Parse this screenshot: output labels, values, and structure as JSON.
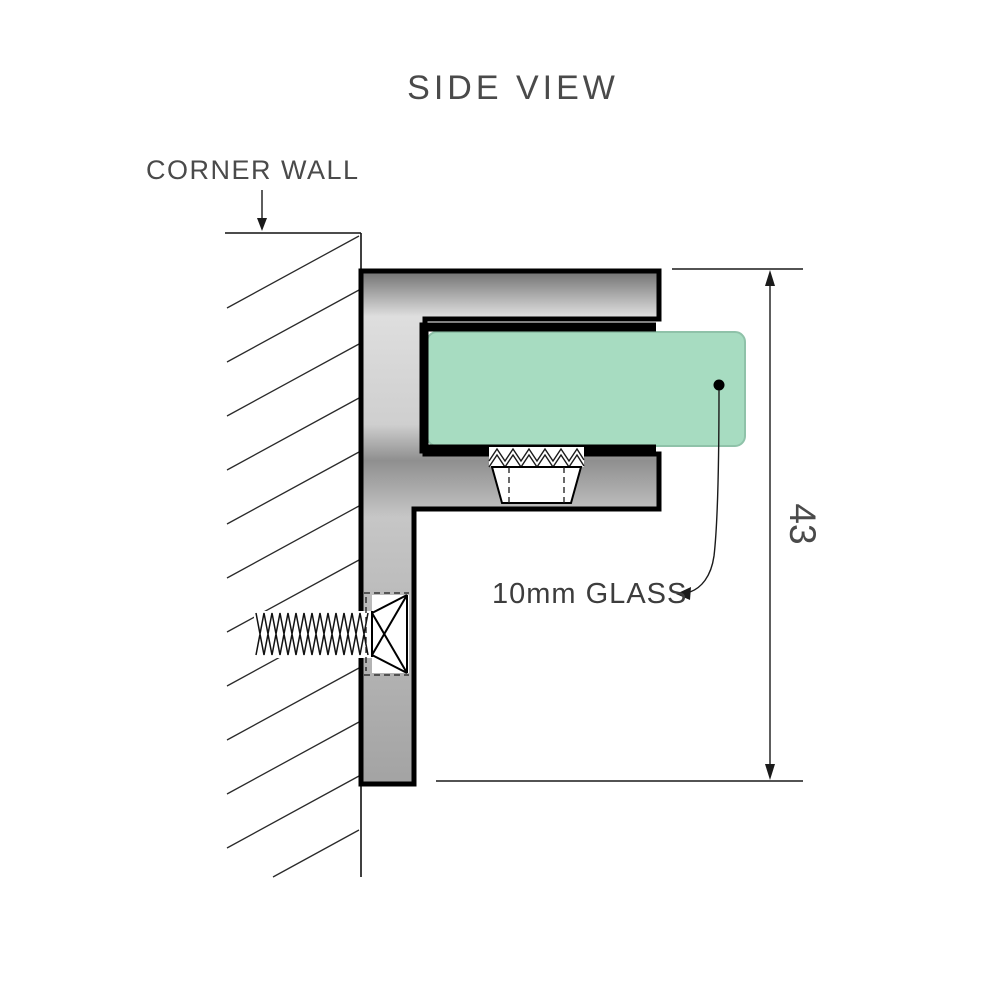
{
  "diagram": {
    "title": "SIDE VIEW",
    "labels": {
      "corner_wall": "CORNER WALL",
      "glass": "10mm GLASS",
      "dimension_height": "43"
    },
    "colors": {
      "glass_fill": "#a7dcc1",
      "glass_stroke": "#8fc2a9",
      "bracket_dark": "#6f6f6f",
      "bracket_light": "#dedede",
      "line": "#000000",
      "text": "#4a4a4a"
    }
  }
}
